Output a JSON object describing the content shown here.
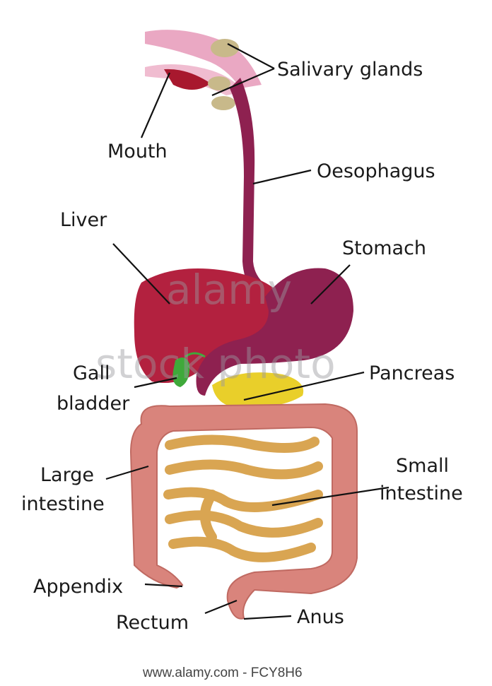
{
  "labels": {
    "salivary_glands": "Salivary glands",
    "mouth": "Mouth",
    "oesophagus": "Oesophagus",
    "liver": "Liver",
    "stomach": "Stomach",
    "gall_bladder": [
      "Gall",
      "bladder"
    ],
    "pancreas": "Pancreas",
    "large_intestine": [
      "Large",
      "intestine"
    ],
    "small_intestine": [
      "Small",
      "intestine"
    ],
    "appendix": "Appendix",
    "rectum": "Rectum",
    "anus": "Anus"
  },
  "watermark": [
    "alamy",
    "stock photo"
  ],
  "footer": "www.alamy.com - FCY8H6",
  "colors": {
    "mouth": "#e9a6c0",
    "liver": "#b3213f",
    "stomach": "#8e2150",
    "gall_bladder": "#3fa93a",
    "pancreas": "#e9cf2a",
    "large_intestine": "#d9847c",
    "small_intestine": "#d9a552",
    "salivary": "#c8b98a"
  }
}
